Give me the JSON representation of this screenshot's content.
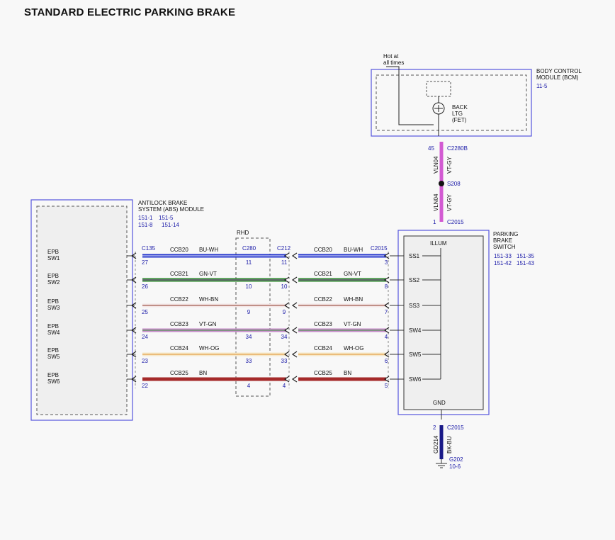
{
  "title": "STANDARD ELECTRIC PARKING BRAKE",
  "bcm": {
    "name_lines": [
      "BODY CONTROL",
      "MODULE (BCM)"
    ],
    "ref": "11-5",
    "hot_lines": [
      "Hot at",
      "all times"
    ],
    "fet_lines": [
      "BACK",
      "LTG",
      "(FET)"
    ]
  },
  "bcm_wire": {
    "pin_top": "45",
    "conn_top": "C2280B",
    "circuit": "VLN04",
    "color": "VT-GY",
    "splice": "S208",
    "pin_bottom": "1",
    "conn_bottom": "C2015"
  },
  "abs": {
    "name_lines": [
      "ANTILOCK BRAKE",
      "SYSTEM (ABS) MODULE"
    ],
    "refs_row1": [
      "151-1",
      "151-5"
    ],
    "refs_row2": [
      "151-8",
      "151-14"
    ],
    "connector": "C135",
    "labels": [
      [
        "EPB",
        "SW1"
      ],
      [
        "EPB",
        "SW2"
      ],
      [
        "EPB",
        "SW3"
      ],
      [
        "EPB",
        "SW4"
      ],
      [
        "EPB",
        "SW5"
      ],
      [
        "EPB",
        "SW6"
      ]
    ]
  },
  "rhd": {
    "label": "RHD",
    "connector": "C280"
  },
  "inline_connector": "C212",
  "switch": {
    "name_lines": [
      "PARKING",
      "BRAKE",
      "SWITCH"
    ],
    "refs_row1": [
      "151-33",
      "151-35"
    ],
    "refs_row2": [
      "151-42",
      "151-43"
    ],
    "connector": "C2015",
    "illum": "ILLUM",
    "gnd": "GND",
    "pins": [
      "SS1",
      "SS2",
      "SS3",
      "SW4",
      "SW5",
      "SW6"
    ]
  },
  "wires": [
    {
      "circuit": "CCB20",
      "color_code": "BU-WH",
      "abs_pin": "27",
      "c280_pin": "11",
      "c212_pin": "11",
      "switch_pin": "3",
      "stroke": "#2233cc",
      "stripe": "#ffffff"
    },
    {
      "circuit": "CCB21",
      "color_code": "GN-VT",
      "abs_pin": "26",
      "c280_pin": "10",
      "c212_pin": "10",
      "switch_pin": "8",
      "stroke": "#2e8a2e",
      "stripe": "#9a4fb0"
    },
    {
      "circuit": "CCB22",
      "color_code": "WH-BN",
      "abs_pin": "25",
      "c280_pin": "9",
      "c212_pin": "9",
      "switch_pin": "7",
      "stroke": "#f4e6e6",
      "stripe": "#8b3a2a"
    },
    {
      "circuit": "CCB23",
      "color_code": "VT-GN",
      "abs_pin": "24",
      "c280_pin": "34",
      "c212_pin": "34",
      "switch_pin": "4",
      "stroke": "#c68ac9",
      "stripe": "#3a9a3a"
    },
    {
      "circuit": "CCB24",
      "color_code": "WH-OG",
      "abs_pin": "23",
      "c280_pin": "33",
      "c212_pin": "33",
      "switch_pin": "6",
      "stroke": "#f6e8c8",
      "stripe": "#e09030"
    },
    {
      "circuit": "CCB25",
      "color_code": "BN",
      "abs_pin": "22",
      "c280_pin": "4",
      "c212_pin": "4",
      "switch_pin": "5",
      "stroke": "#a52a2a",
      "stripe": ""
    }
  ],
  "ground_wire": {
    "pin": "2",
    "connector": "C2015",
    "circuit": "GD214",
    "color": "BK-BU",
    "ground": "G202",
    "ground_ref": "10-6"
  },
  "colors": {
    "module_border": "#5555dd",
    "pin_text": "#1a1aa8",
    "bcm_wire": "#d25ad2",
    "gnd_wire": "#1a1a88"
  }
}
